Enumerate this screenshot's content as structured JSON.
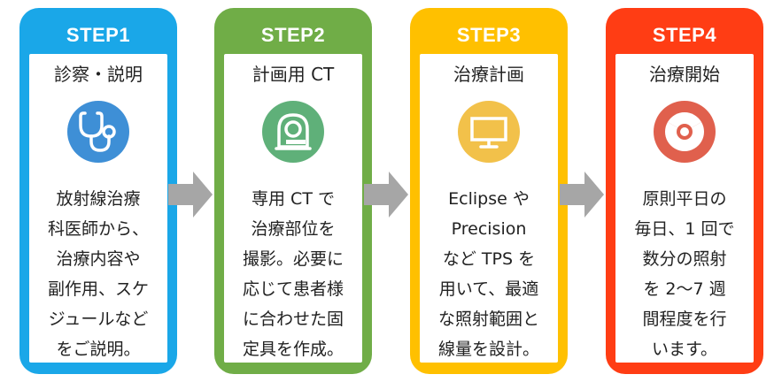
{
  "steps": [
    {
      "label": "STEP1",
      "title": "診察・説明",
      "icon": "stethoscope-icon",
      "color": "#1aa7e8",
      "icon_bg": "#3e8fd6",
      "lines": [
        "放射線治療",
        "科医師から、",
        "治療内容や",
        "副作用、スケ",
        "ジュールなど",
        "をご説明。"
      ]
    },
    {
      "label": "STEP2",
      "title": "計画用 CT",
      "icon": "ct-scanner-icon",
      "color": "#70ad47",
      "icon_bg": "#5fb079",
      "lines": [
        "専用 CT で",
        "治療部位を",
        "撮影。必要に",
        "応じて患者様",
        "に合わせた固",
        "定具を作成。"
      ]
    },
    {
      "label": "STEP3",
      "title": "治療計画",
      "icon": "monitor-icon",
      "color": "#ffc000",
      "icon_bg": "#f2c14a",
      "lines": [
        "Eclipse や",
        "Precision",
        "など TPS を",
        "用いて、最適",
        "な照射範囲と",
        "線量を設計。"
      ]
    },
    {
      "label": "STEP4",
      "title": "治療開始",
      "icon": "radiation-icon",
      "color": "#ff3d14",
      "icon_bg": "#e0604d",
      "lines": [
        "原則平日の",
        "毎日、1 回で",
        "数分の照射",
        "を 2～7 週",
        "間程度を行",
        "います。"
      ]
    }
  ],
  "arrow_color": "#a6a6a6"
}
